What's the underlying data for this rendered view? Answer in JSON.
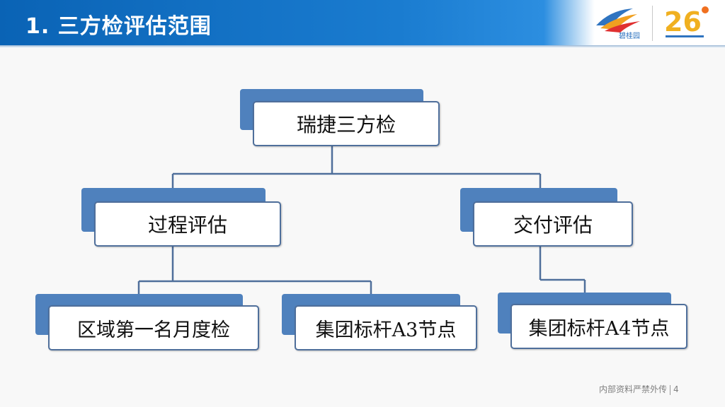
{
  "header": {
    "title": "1. 三方检评估范围"
  },
  "logos": {
    "brand_text": "碧桂园",
    "anniversary_text": "26"
  },
  "diagram": {
    "root": "瑞捷三方检",
    "level1": [
      "过程评估",
      "交付评估"
    ],
    "level2": [
      "区域第一名月度检",
      "集团标杆A3节点",
      "集团标杆A4节点"
    ]
  },
  "footer": {
    "text": "内部资料严禁外传",
    "page": "4"
  },
  "colors": {
    "header_blue": "#0a63b5",
    "tab_blue": "#4f81bd",
    "connector": "#4f6f9b"
  }
}
